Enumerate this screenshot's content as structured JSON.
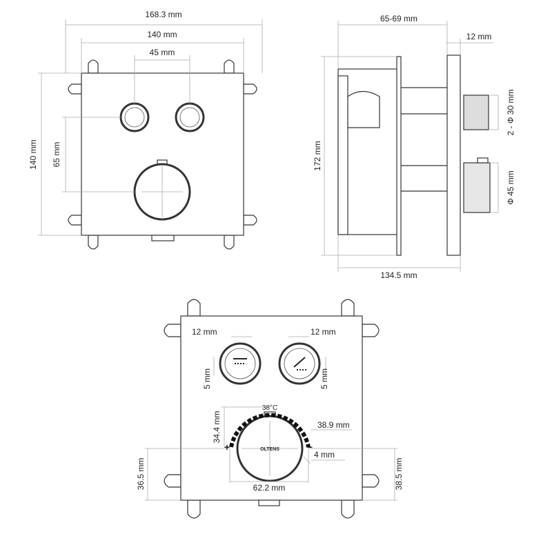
{
  "front_view": {
    "width_outer": "168.3 mm",
    "width_plate": "140 mm",
    "button_spacing": "45 mm",
    "height_plate": "140 mm",
    "button_to_knob": "65 mm"
  },
  "side_view": {
    "depth_range": "65-69 mm",
    "plate_thickness": "12 mm",
    "height": "172 mm",
    "body_depth": "134.5 mm",
    "button_diameter": "2 - Φ 30 mm",
    "knob_diameter": "Φ 45 mm"
  },
  "detail_view": {
    "button_left_offset": "12 mm",
    "button_right_offset": "12 mm",
    "button_left_inset": "5 mm",
    "button_right_inset": "5 mm",
    "temperature_label": "38°C",
    "scale_plus": "+",
    "scale_minus": "−",
    "arc_height": "34.4 mm",
    "arc_radius": "38.9 mm",
    "scale_gap": "4 mm",
    "scale_width": "62.2 mm",
    "knob_from_bottom_left": "36.5 mm",
    "knob_from_bottom_right": "38.5 mm",
    "brand": "OLTENS"
  }
}
